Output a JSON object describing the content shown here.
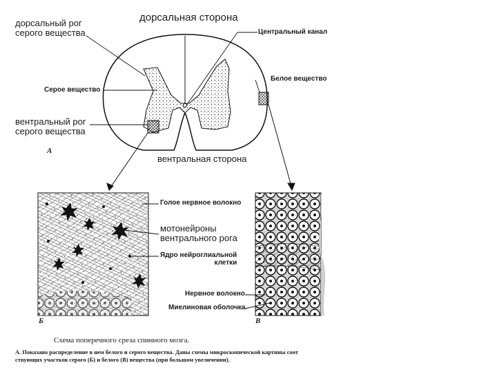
{
  "diagram": {
    "labels": {
      "dorsal_horn": "дорсальный рог\nсерого вещества",
      "dorsal_side": "дорсальная сторона",
      "central_canal": "Центральный канал",
      "white_matter": "Белое вещество",
      "gray_matter": "Серое вещество",
      "ventral_horn": "вентральный рог\nсерого вещества",
      "ventral_side": "вентральная сторона",
      "panel_a": "А",
      "naked_fiber": "Голое нервное волокно",
      "motoneurons": "мотонейроны\nвентрального рога",
      "neuroglia_nucleus": "Ядро нейроглиальной\nклетки",
      "nerve_fiber": "Нервное волокно",
      "myelin_sheath": "Миелиновая оболочка",
      "panel_b": "Б",
      "panel_v": "В"
    },
    "caption": {
      "title": "Схема поперечного среза спинного мозга.",
      "line1": "А. Показано распределение в нем белого и серого вещества. Даны схемы микроскопической картины соот",
      "line2": "ствующих участков серого (Б) и белого (В) вещества (при большом увеличении)."
    }
  }
}
